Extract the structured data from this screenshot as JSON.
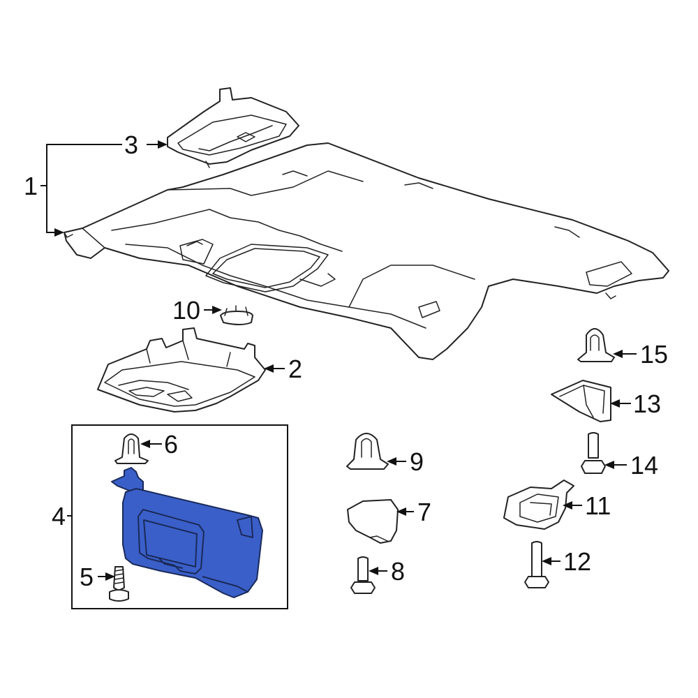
{
  "callouts": {
    "c1": "1",
    "c2": "2",
    "c3": "3",
    "c4": "4",
    "c5": "5",
    "c6": "6",
    "c7": "7",
    "c8": "8",
    "c9": "9",
    "c10": "10",
    "c11": "11",
    "c12": "12",
    "c13": "13",
    "c14": "14",
    "c15": "15"
  },
  "colors": {
    "highlight_part": "#3a5fc8",
    "line": "#222222",
    "background": "#ffffff"
  }
}
